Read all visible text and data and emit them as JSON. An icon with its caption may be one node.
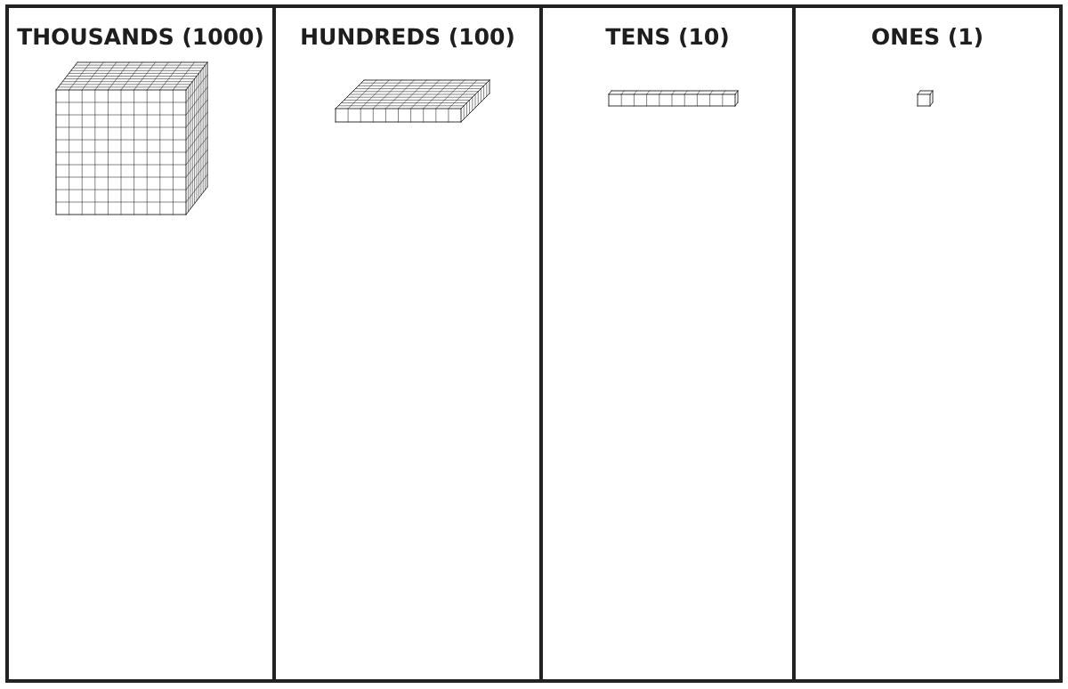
{
  "diagram": {
    "nodes": [
      {
        "text": [
          "THOUSANDS (1000)"
        ]
      },
      {
        "text": [
          "HUNDREDS (100)"
        ]
      },
      {
        "text": [
          "TENS (10)"
        ]
      },
      {
        "text": [
          "ONES (1)"
        ]
      }
    ]
  }
}
